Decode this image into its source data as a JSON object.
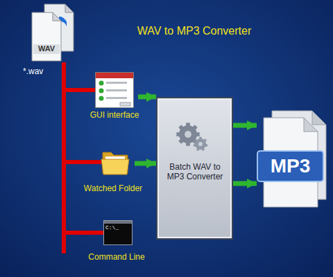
{
  "diagram": {
    "title": "WAV to MP3 Converter",
    "nodes": [
      {
        "text": [
          "WAV",
          "*.wav"
        ]
      },
      {
        "text": [
          "GUI interface"
        ]
      },
      {
        "text": [
          "Watched Folder"
        ]
      },
      {
        "text": [
          "C:\\_",
          "Command Line"
        ]
      },
      {
        "text": [
          "Batch WAV to MP3 Converter"
        ]
      },
      {
        "text": [
          "MP3"
        ]
      }
    ],
    "edges": [
      {
        "from": 0,
        "to": 1,
        "arrow": "none"
      },
      {
        "from": 0,
        "to": 2,
        "arrow": "none"
      },
      {
        "from": 0,
        "to": 3,
        "arrow": "none"
      },
      {
        "from": 1,
        "to": 4,
        "arrow": "to"
      },
      {
        "from": 2,
        "to": 4,
        "arrow": "to"
      },
      {
        "from": 4,
        "to": 5,
        "arrow": "to"
      },
      {
        "from": 4,
        "to": 5,
        "arrow": "to"
      }
    ]
  }
}
